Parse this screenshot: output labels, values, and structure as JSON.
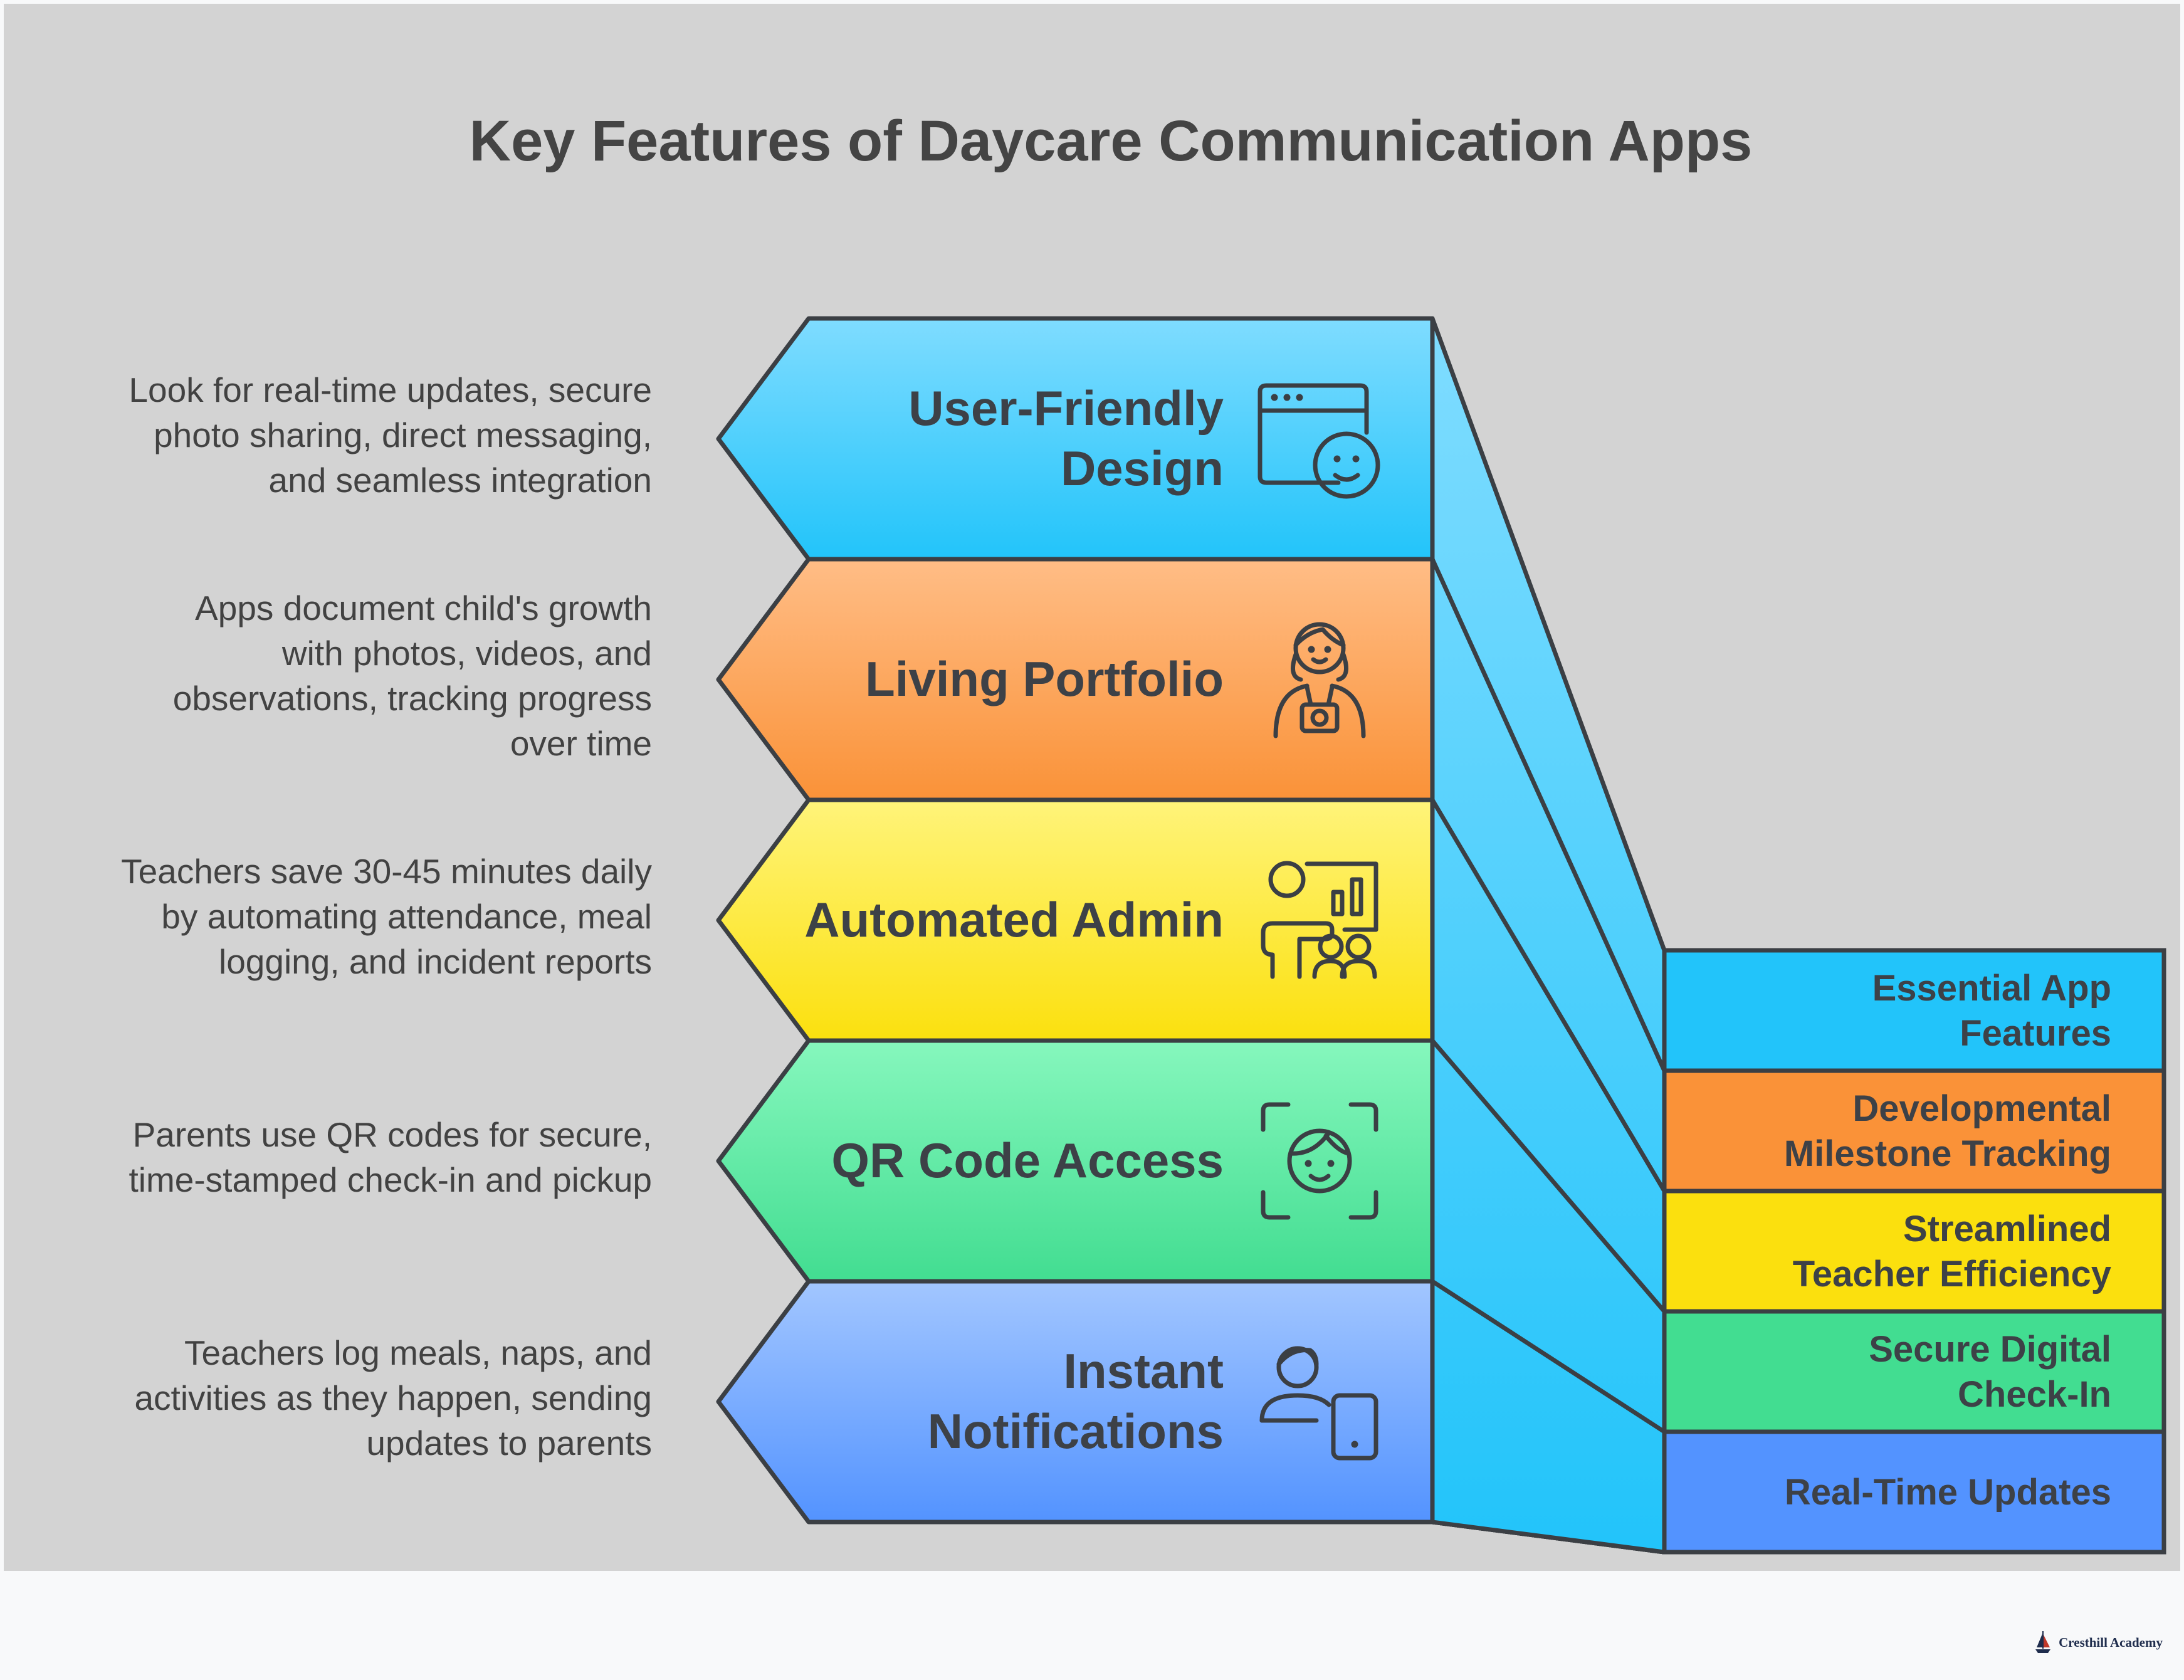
{
  "title": "Key Features of Daycare Communication Apps",
  "steps": [
    {
      "label": "User-Friendly\nDesign",
      "icon": "browser-smiley-icon",
      "color_top": "#7fdcff",
      "color_bottom": "#22c4fa",
      "description": "Look for real-time updates, secure\nphoto sharing, direct messaging,\nand seamless integration"
    },
    {
      "label": "Living Portfolio",
      "icon": "child-camera-icon",
      "color_top": "#ffbd86",
      "color_bottom": "#fa9238",
      "description": "Apps document child's growth\nwith photos, videos, and\nobservations, tracking progress\nover time"
    },
    {
      "label": "Automated Admin",
      "icon": "teacher-presentation-icon",
      "color_top": "#fff47a",
      "color_bottom": "#fbe00e",
      "description": "Teachers save 30-45 minutes daily\nby automating attendance, meal\nlogging, and incident reports"
    },
    {
      "label": "QR Code Access",
      "icon": "face-scan-icon",
      "color_top": "#86f7bd",
      "color_bottom": "#42dd91",
      "description": "Parents use QR codes for secure,\ntime-stamped check-in and pickup"
    },
    {
      "label": "Instant\nNotifications",
      "icon": "person-phone-icon",
      "color_top": "#a2c6ff",
      "color_bottom": "#5393ff",
      "description": "Teachers log meals, naps, and\nactivities as they happen, sending\nupdates to parents"
    }
  ],
  "outcomes": [
    "Essential App\nFeatures",
    "Developmental\nMilestone Tracking",
    "Streamlined\nTeacher Efficiency",
    "Secure Digital\nCheck-In",
    "Real-Time Updates"
  ],
  "brand": "Cresthill Academy"
}
